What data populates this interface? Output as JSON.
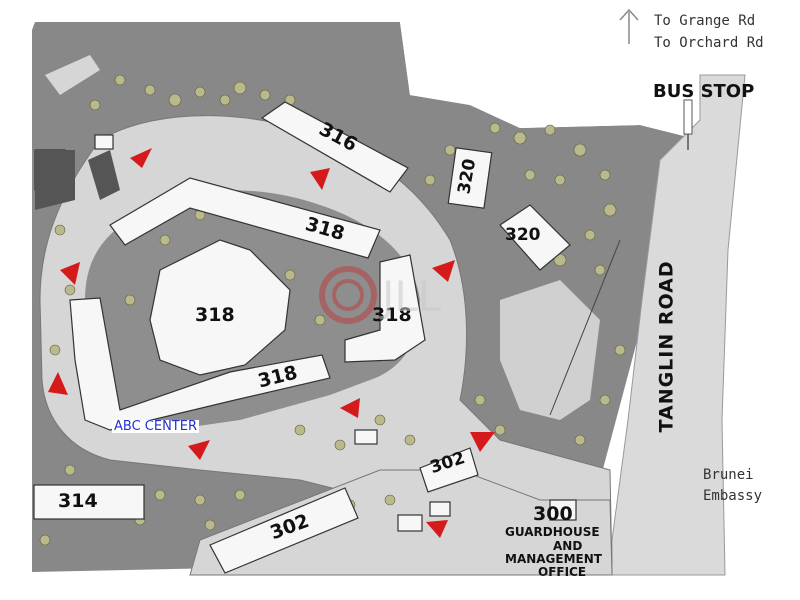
{
  "map": {
    "directions": {
      "line1": "To Grange Rd",
      "line2": "To Orchard Rd"
    },
    "bus_stop": "BUS STOP",
    "road_name": "TANGLIN ROAD",
    "embassy": {
      "line1": "Brunei",
      "line2": "Embassy"
    },
    "center_label": "ABC CENTER",
    "guardhouse": {
      "number": "300",
      "line1": "GUARDHOUSE",
      "line2": "AND",
      "line3": "MANAGEMENT",
      "line4": "OFFICE"
    },
    "buildings": {
      "b316": "316",
      "b320a": "320",
      "b320b": "320",
      "b318a": "318",
      "b318b": "318",
      "b318c": "318",
      "b318d": "318",
      "b314": "314",
      "b302a": "302",
      "b302b": "302"
    },
    "watermark": "JLL",
    "colors": {
      "ground": "#8a8a8a",
      "road": "#dcdcdc",
      "building": "#f6f6f6",
      "arrow": "#d01818",
      "tree": "#b5b58a"
    }
  }
}
